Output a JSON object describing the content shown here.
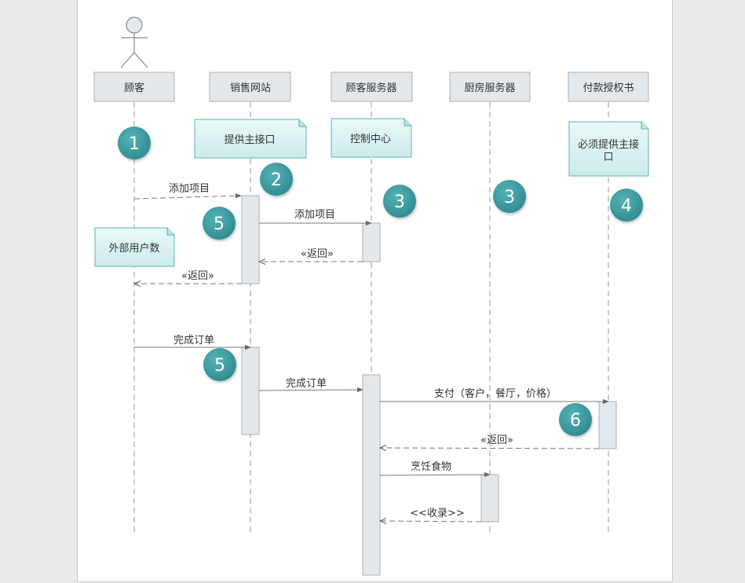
{
  "participants": [
    {
      "id": "customer",
      "label": "顾客",
      "actor": true
    },
    {
      "id": "site",
      "label": "销售网站"
    },
    {
      "id": "server",
      "label": "顾客服务器"
    },
    {
      "id": "kitchen",
      "label": "厨房服务器"
    },
    {
      "id": "auth",
      "label": "付款授权书"
    }
  ],
  "notes": [
    {
      "id": "note-site",
      "text": [
        "提供主接口"
      ]
    },
    {
      "id": "note-server",
      "text": [
        "控制中心"
      ]
    },
    {
      "id": "note-auth",
      "text": [
        "必须提供主接",
        "口"
      ]
    },
    {
      "id": "note-customer",
      "text": [
        "外部用户数"
      ]
    }
  ],
  "badges": [
    {
      "id": "b1",
      "number": "1"
    },
    {
      "id": "b2",
      "number": "2"
    },
    {
      "id": "b3a",
      "number": "3"
    },
    {
      "id": "b3b",
      "number": "3"
    },
    {
      "id": "b4",
      "number": "4"
    },
    {
      "id": "b5a",
      "number": "5"
    },
    {
      "id": "b5b",
      "number": "5"
    },
    {
      "id": "b6",
      "number": "6"
    }
  ],
  "messages": [
    {
      "id": "m1",
      "label": "添加项目",
      "from": "customer",
      "to": "site",
      "style": "dashed"
    },
    {
      "id": "m2",
      "label": "添加项目",
      "from": "site",
      "to": "server",
      "style": "solid"
    },
    {
      "id": "m3",
      "label": "«返回»",
      "from": "server",
      "to": "site",
      "style": "dashed-open"
    },
    {
      "id": "m4",
      "label": "«返回»",
      "from": "site",
      "to": "customer",
      "style": "dashed-open"
    },
    {
      "id": "m5",
      "label": "完成订单",
      "from": "customer",
      "to": "site",
      "style": "solid"
    },
    {
      "id": "m6",
      "label": "完成订单",
      "from": "site",
      "to": "server",
      "style": "solid"
    },
    {
      "id": "m7",
      "label": "支付（客户，餐厅，价格）",
      "from": "server",
      "to": "auth",
      "style": "solid"
    },
    {
      "id": "m8",
      "label": "«返回»",
      "from": "auth",
      "to": "server",
      "style": "dashed-open"
    },
    {
      "id": "m9",
      "label": "烹饪食物",
      "from": "server",
      "to": "kitchen",
      "style": "solid"
    },
    {
      "id": "m10",
      "label": "<<收录>>",
      "from": "kitchen",
      "to": "server",
      "style": "dashed-open"
    }
  ],
  "colors": {
    "participant_fill": "#e3e8ec",
    "participant_stroke": "#a9b1b6",
    "badge": "#3f9ea3",
    "note_fill": "#def3f3",
    "note_stroke": "#5fb3b3",
    "line": "#7a7a7a",
    "lifeline": "#9a9a9a"
  }
}
